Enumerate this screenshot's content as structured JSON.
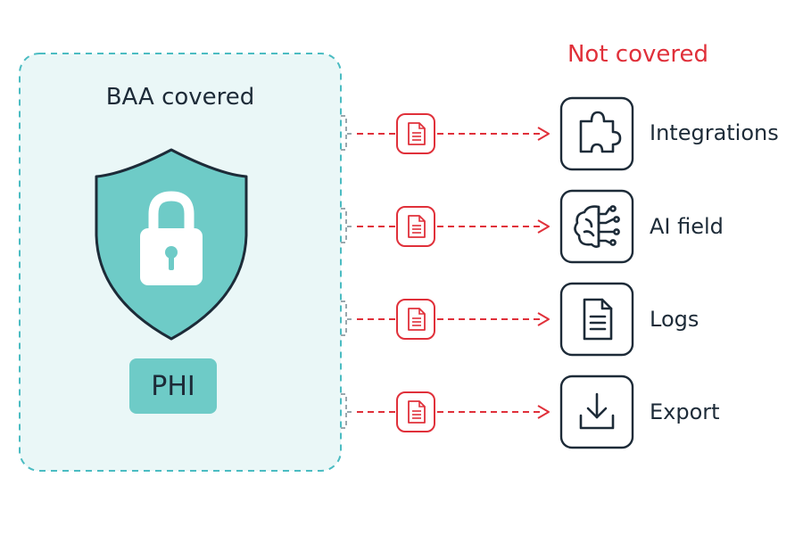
{
  "baa_region": {
    "title": "BAA covered",
    "badge": "PHI"
  },
  "not_covered": {
    "title": "Not covered",
    "items": [
      {
        "label": "Integrations",
        "icon": "puzzle-icon"
      },
      {
        "label": "AI field",
        "icon": "brain-circuit-icon"
      },
      {
        "label": "Logs",
        "icon": "document-icon"
      },
      {
        "label": "Export",
        "icon": "download-icon"
      }
    ]
  },
  "colors": {
    "teal": "#6ecbc7",
    "teal_light": "#eaf7f7",
    "teal_border": "#4bbcc2",
    "red": "#e0303a",
    "dark": "#1d2b38"
  }
}
